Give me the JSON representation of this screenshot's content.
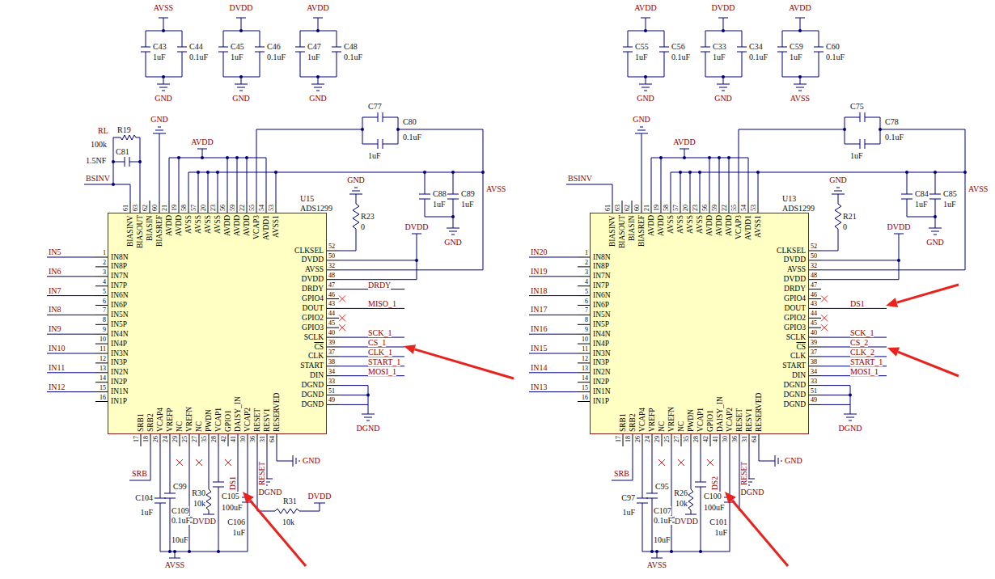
{
  "diagram": {
    "nodes": [
      {
        "text": [
          "U15",
          "ADS1299"
        ]
      },
      {
        "text": [
          "U13",
          "ADS1299"
        ]
      }
    ],
    "labels": [
      "BIASINV",
      "BIASOUT",
      "BIASIN",
      "BIASREF",
      "AVDD",
      "AVDD",
      "AVSS",
      "AVSS",
      "AVSS",
      "AVSS",
      "AVDD",
      "AVDD",
      "AVDD",
      "VCAP3",
      "AVDD1",
      "AVSS1",
      "61",
      "63",
      "62",
      "60",
      "21",
      "19",
      "58",
      "57",
      "20",
      "23",
      "56",
      "59",
      "22",
      "55",
      "54",
      "53",
      "1",
      "2",
      "3",
      "4",
      "5",
      "6",
      "7",
      "8",
      "9",
      "10",
      "11",
      "12",
      "13",
      "14",
      "15",
      "16",
      "IN8N",
      "IN8P",
      "IN7N",
      "IN7P",
      "IN6N",
      "IN6P",
      "IN5N",
      "IN5P",
      "IN4N",
      "IN4P",
      "IN3N",
      "IN3P",
      "IN2N",
      "IN2P",
      "IN1N",
      "IN1P",
      "IN5",
      "IN6",
      "IN7",
      "IN8",
      "IN9",
      "IN10",
      "IN11",
      "IN12",
      "52",
      "50",
      "32",
      "48",
      "47",
      "46",
      "43",
      "44",
      "45",
      "40",
      "39",
      "37",
      "38",
      "34",
      "33",
      "51",
      "49",
      "CLKSEL",
      "DVDD",
      "AVSS",
      "DVDD",
      "DRDY",
      "GPIO4",
      "DOUT",
      "GPIO2",
      "GPIO3",
      "SCLK",
      "CS",
      "CLK",
      "START",
      "DIN",
      "DGND",
      "DGND",
      "DGND",
      "17",
      "18",
      "26",
      "24",
      "29",
      "25",
      "27",
      "35",
      "28",
      "42",
      "41",
      "30",
      "36",
      "31",
      "64",
      "SRB1",
      "SRB2",
      "VCAP4",
      "VREFP",
      "NC",
      "VREFN",
      "NC",
      "PWDN",
      "VCAP1",
      "GPIO1",
      "DAISY_IN",
      "VCAP2",
      "RESET",
      "RESV1",
      "RESERVED",
      "AVSS",
      "C43",
      "1uF",
      "C44",
      "0.1uF",
      "GND",
      "DVDD",
      "C45",
      "1uF",
      "C46",
      "0.1uF",
      "GND",
      "AVDD",
      "C47",
      "1uF",
      "C48",
      "0.1uF",
      "GND",
      "C77",
      "C80",
      "0.1uF",
      "1uF",
      "BSINV",
      "AVDD",
      "GND",
      "GND",
      "R23",
      "0",
      "DVDD",
      "C88",
      "1uF",
      "C89",
      "1uF",
      "AVSS",
      "GND",
      "DRDY",
      "MISO_1",
      "SCK_1",
      "CS_1",
      "CLK_1",
      "START_1",
      "MOSI_1",
      "DGND",
      "SRB",
      "C104",
      "1uF",
      "C99",
      "C109",
      "0.1uF",
      "10uF",
      "AVSS",
      "R30",
      "10k",
      "C105",
      "100uF",
      "C106",
      "1uF",
      "DVDD",
      "DS1",
      "RESET",
      "DGND",
      "GND",
      "RL",
      "R19",
      "100k",
      "C81",
      "1.5NF",
      "R31",
      "10k",
      "DVDD",
      "BIASINV",
      "BIASOUT",
      "BIASIN",
      "BIASREF",
      "AVDD",
      "AVDD",
      "AVSS",
      "AVSS",
      "AVSS",
      "AVSS",
      "AVDD",
      "AVDD",
      "AVDD",
      "VCAP3",
      "AVDD1",
      "AVSS1",
      "61",
      "63",
      "62",
      "60",
      "21",
      "19",
      "58",
      "57",
      "20",
      "23",
      "56",
      "59",
      "22",
      "55",
      "54",
      "53",
      "1",
      "2",
      "3",
      "4",
      "5",
      "6",
      "7",
      "8",
      "9",
      "10",
      "11",
      "12",
      "13",
      "14",
      "15",
      "16",
      "IN8N",
      "IN8P",
      "IN7N",
      "IN7P",
      "IN6N",
      "IN6P",
      "IN5N",
      "IN5P",
      "IN4N",
      "IN4P",
      "IN3N",
      "IN3P",
      "IN2N",
      "IN2P",
      "IN1N",
      "IN1P",
      "IN20",
      "IN19",
      "IN18",
      "IN17",
      "IN16",
      "IN15",
      "IN14",
      "IN13",
      "52",
      "50",
      "32",
      "48",
      "47",
      "46",
      "43",
      "44",
      "45",
      "40",
      "39",
      "37",
      "38",
      "34",
      "33",
      "51",
      "49",
      "CLKSEL",
      "DVDD",
      "AVSS",
      "DVDD",
      "DRDY",
      "GPIO4",
      "DOUT",
      "GPIO2",
      "GPIO3",
      "SCLK",
      "CS",
      "CLK",
      "START",
      "DIN",
      "DGND",
      "DGND",
      "DGND",
      "17",
      "18",
      "26",
      "24",
      "29",
      "25",
      "27",
      "35",
      "28",
      "42",
      "41",
      "30",
      "36",
      "31",
      "64",
      "SRB1",
      "SRB2",
      "VCAP4",
      "VREFP",
      "NC",
      "VREFN",
      "NC",
      "PWDN",
      "VCAP1",
      "GPIO1",
      "DAISY_IN",
      "VCAP2",
      "RESET",
      "RESV1",
      "RESERVED",
      "AVDD",
      "C55",
      "1uF",
      "C56",
      "0.1uF",
      "GND",
      "DVDD",
      "C33",
      "1uF",
      "C34",
      "0.1uF",
      "GND",
      "AVDD",
      "C59",
      "1uF",
      "C60",
      "0.1uF",
      "AVSS",
      "C75",
      "C78",
      "0.1uF",
      "1uF",
      "BSINV",
      "AVDD",
      "GND",
      "GND",
      "R21",
      "0",
      "DVDD",
      "C84",
      "1uF",
      "C85",
      "1uF",
      "AVSS",
      "GND",
      "DS1",
      "SCK_1",
      "CS_2",
      "CLK_2",
      "START_1",
      "MOSI_1",
      "DGND",
      "SRB",
      "C97",
      "1uF",
      "C95",
      "C107",
      "0.1uF",
      "10uF",
      "AVSS",
      "R26",
      "10k",
      "C100",
      "100uF",
      "C101",
      "1uF",
      "DVDD",
      "DS2",
      "RESET",
      "DGND",
      "GND"
    ]
  }
}
